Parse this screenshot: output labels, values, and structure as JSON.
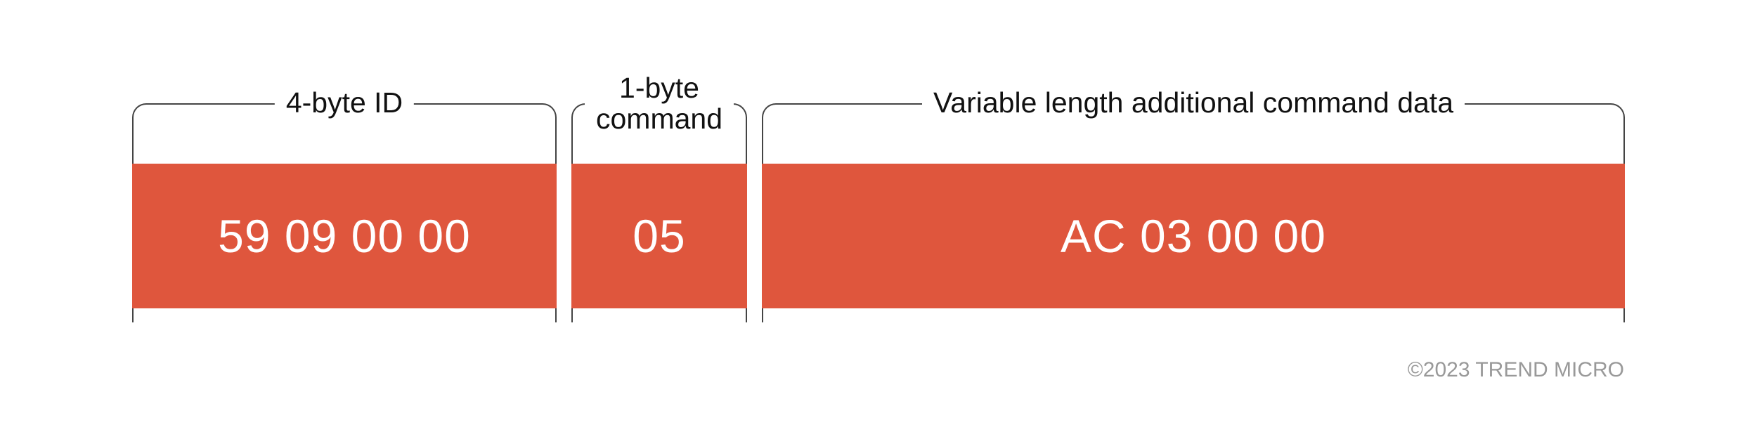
{
  "segments": [
    {
      "label": "4-byte ID",
      "value": "59 09 00 00"
    },
    {
      "label_line1": "1-byte",
      "label_line2": "command",
      "value": "05"
    },
    {
      "label": "Variable length additional command data",
      "value": "AC 03 00 00"
    }
  ],
  "footer": {
    "copyright": "©2023 TREND MICRO"
  },
  "colors": {
    "band": "#DF563D",
    "bracket": "#444444"
  }
}
